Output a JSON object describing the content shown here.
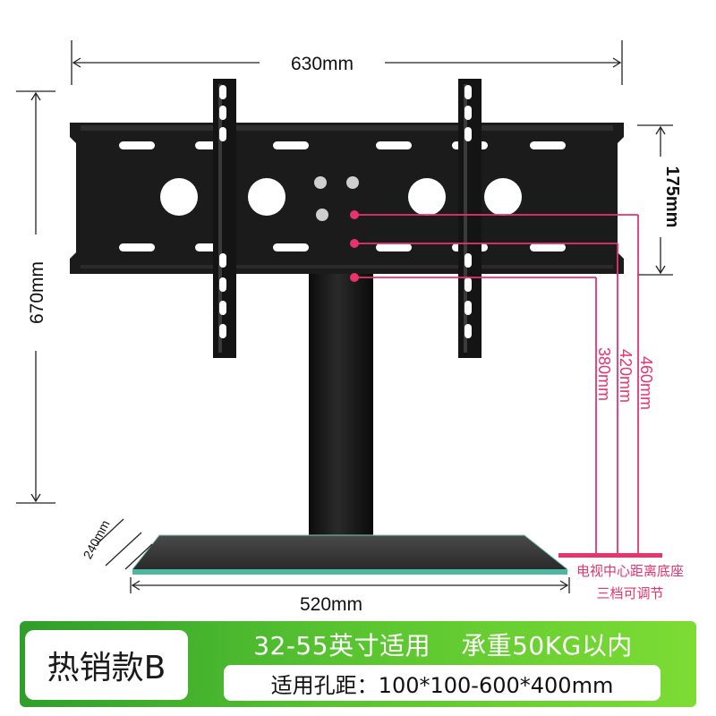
{
  "dimensions": {
    "top_width": "630mm",
    "plate_height": "175mm",
    "total_height": "670mm",
    "base_depth": "240mm",
    "base_width": "520mm"
  },
  "heights": {
    "h1": "460mm",
    "h2": "420mm",
    "h3": "380mm",
    "note_line1": "电视中心距离底座",
    "note_line2": "三档可调节"
  },
  "banner": {
    "badge": "热销款B",
    "size_range": "32-55英寸适用",
    "load": "承重50KG以内",
    "hole_spacing": "适用孔距：100*100-600*400mm"
  },
  "colors": {
    "accent": "#e8336d",
    "metal": "#1b1b1b",
    "green": "#56c230"
  }
}
